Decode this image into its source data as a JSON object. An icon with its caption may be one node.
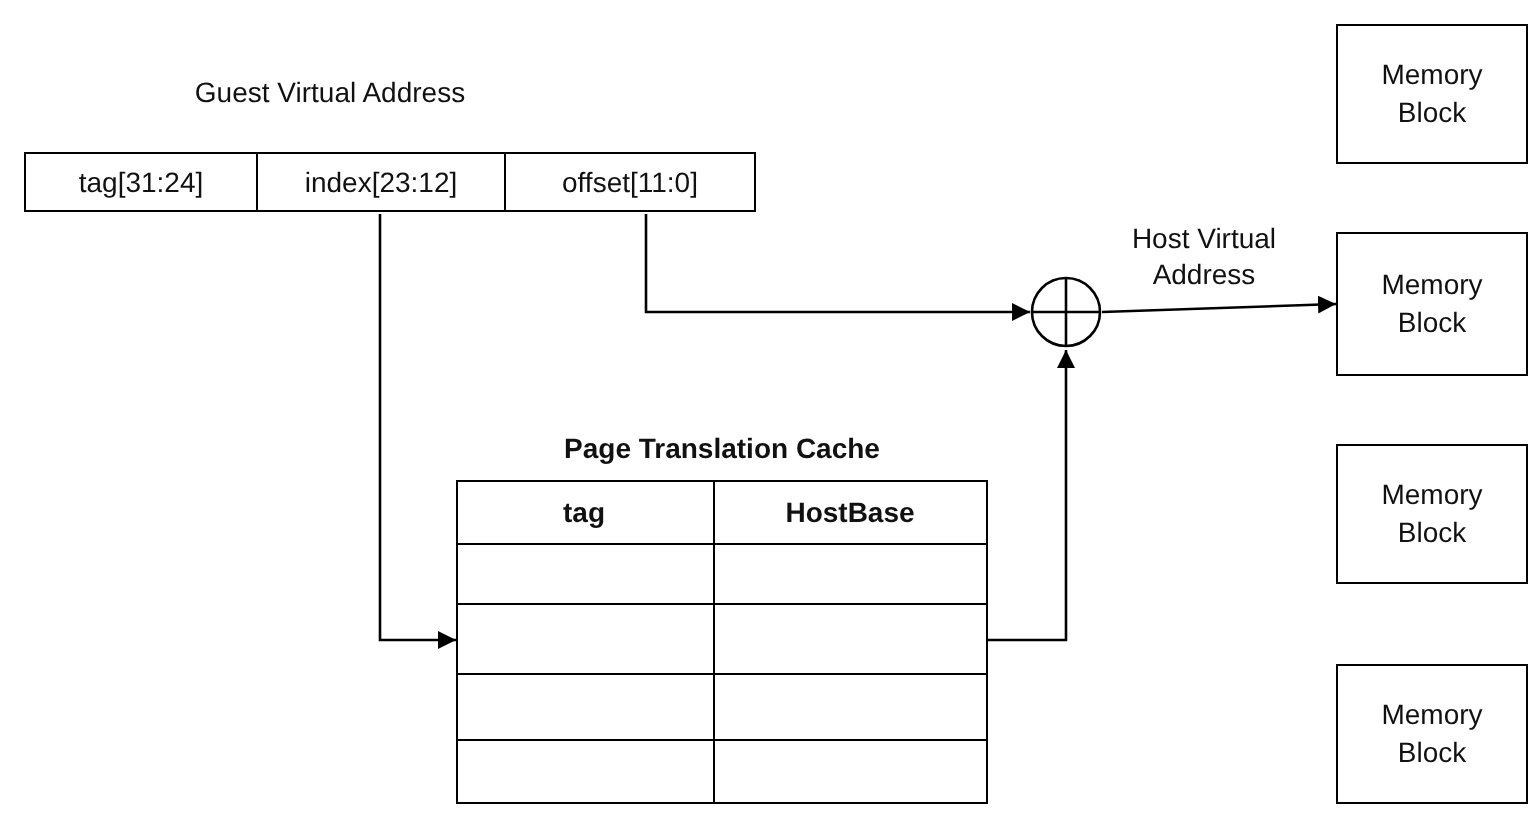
{
  "diagram": {
    "nodes": [
      {
        "text": [
          "tag[31:24]"
        ]
      },
      {
        "text": [
          "index[23:12]"
        ]
      },
      {
        "text": [
          "offset[11:0]"
        ]
      },
      {
        "text": [],
        "shape": "circle"
      },
      {
        "text": [
          "Page Translation Cache"
        ]
      },
      {
        "text": [
          "Memory Block"
        ]
      },
      {
        "text": [
          "Memory Block"
        ]
      },
      {
        "text": [
          "Memory Block"
        ]
      },
      {
        "text": [
          "Memory Block"
        ]
      }
    ],
    "edges": [
      {
        "from": 2,
        "to": 3,
        "arrow": "to"
      },
      {
        "from": 1,
        "to": 4,
        "arrow": "to"
      },
      {
        "from": 4,
        "to": 3,
        "arrow": "to"
      },
      {
        "from": 3,
        "to": 6,
        "arrow": "to",
        "label": "Host Virtual Address"
      }
    ],
    "labels": [
      "Guest Virtual Address",
      "tag",
      "HostBase"
    ]
  }
}
